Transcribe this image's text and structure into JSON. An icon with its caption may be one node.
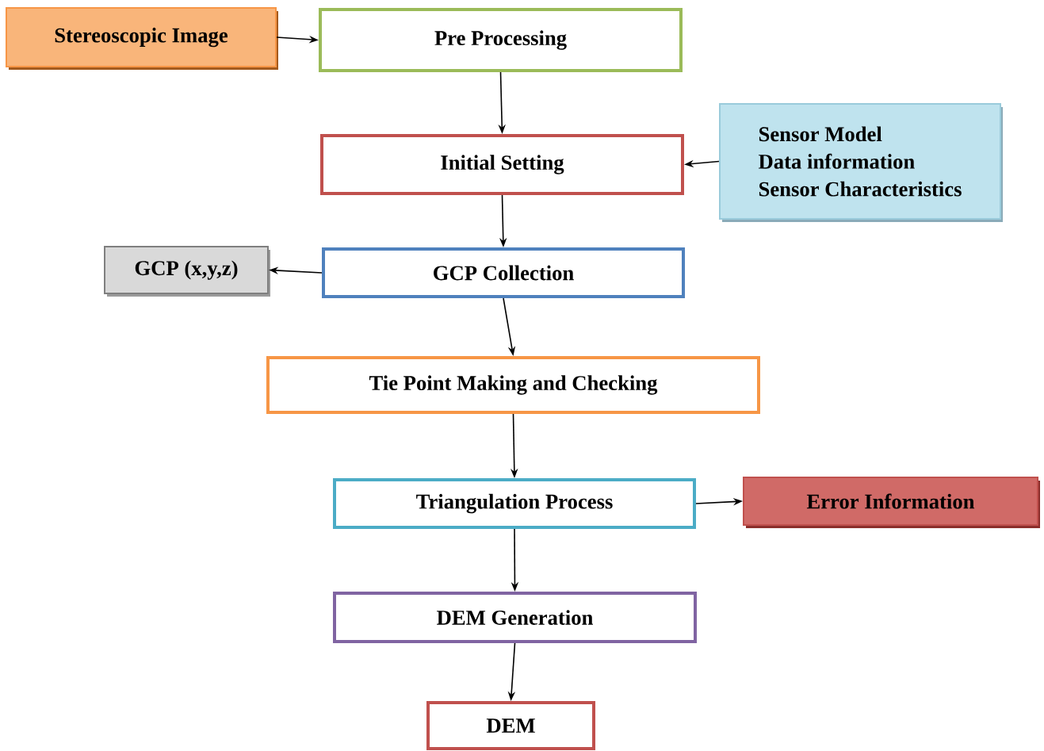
{
  "diagram": {
    "nodes": [
      {
        "text": [
          "Stereoscopic Image"
        ]
      },
      {
        "text": [
          "Pre Processing"
        ]
      },
      {
        "text": [
          "Sensor Model",
          "Data information",
          "Sensor Characteristics"
        ]
      },
      {
        "text": [
          "Initial Setting"
        ]
      },
      {
        "text": [
          "GCP (x,y,z)"
        ]
      },
      {
        "text": [
          "GCP Collection"
        ]
      },
      {
        "text": [
          "Tie Point Making and Checking"
        ]
      },
      {
        "text": [
          "Triangulation Process"
        ]
      },
      {
        "text": [
          "Error Information"
        ]
      },
      {
        "text": [
          "DEM Generation"
        ]
      },
      {
        "text": [
          "DEM"
        ]
      }
    ],
    "edges": [
      {
        "from": 0,
        "to": 1,
        "arrow": "to"
      },
      {
        "from": 1,
        "to": 3,
        "arrow": "to"
      },
      {
        "from": 2,
        "to": 3,
        "arrow": "to"
      },
      {
        "from": 3,
        "to": 5,
        "arrow": "to"
      },
      {
        "from": 5,
        "to": 4,
        "arrow": "to"
      },
      {
        "from": 5,
        "to": 6,
        "arrow": "to"
      },
      {
        "from": 6,
        "to": 7,
        "arrow": "to"
      },
      {
        "from": 7,
        "to": 8,
        "arrow": "to"
      },
      {
        "from": 7,
        "to": 9,
        "arrow": "to"
      },
      {
        "from": 9,
        "to": 10,
        "arrow": "to"
      }
    ]
  }
}
